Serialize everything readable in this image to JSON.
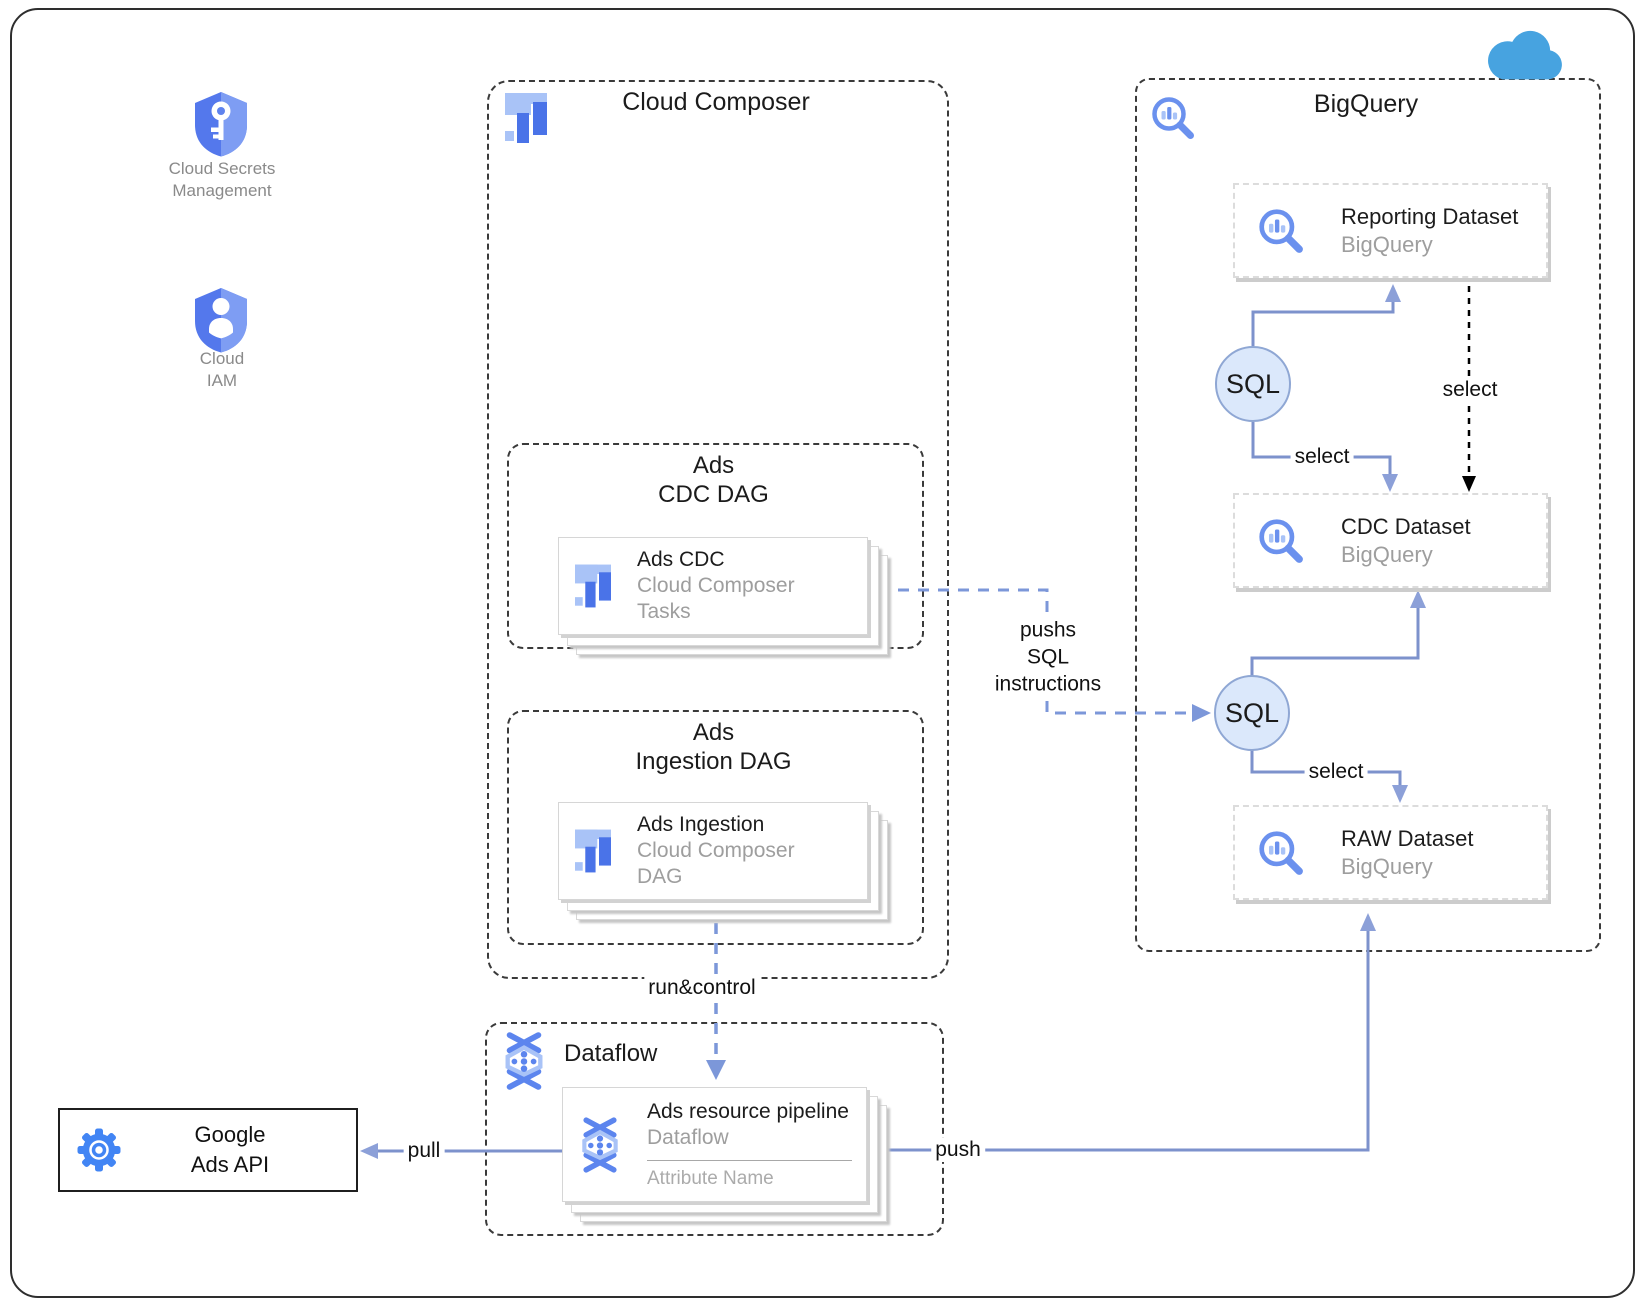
{
  "peripherals": {
    "secrets": {
      "line1": "Cloud Secrets",
      "line2": "Management"
    },
    "iam": {
      "line1": "Cloud",
      "line2": "IAM"
    },
    "google_ads_api": {
      "line1": "Google",
      "line2": "Ads API"
    }
  },
  "composer": {
    "title": "Cloud Composer",
    "cdc_dag": {
      "line1": "Ads",
      "line2": "CDC DAG",
      "card": {
        "title": "Ads CDC",
        "sub1": "Cloud Composer",
        "sub2": "Tasks"
      }
    },
    "ingestion_dag": {
      "line1": "Ads",
      "line2": "Ingestion DAG",
      "card": {
        "title": "Ads Ingestion",
        "sub1": "Cloud Composer",
        "sub2": "DAG"
      }
    }
  },
  "bigquery": {
    "title": "BigQuery",
    "datasets": {
      "reporting": {
        "title": "Reporting Dataset",
        "subtitle": "BigQuery"
      },
      "cdc": {
        "title": "CDC Dataset",
        "subtitle": "BigQuery"
      },
      "raw": {
        "title": "RAW Dataset",
        "subtitle": "BigQuery"
      }
    },
    "sql_top": "SQL",
    "sql_bottom": "SQL"
  },
  "dataflow": {
    "title": "Dataflow",
    "card": {
      "title": "Ads resource pipeline",
      "subtitle": "Dataflow",
      "attribute": "Attribute Name"
    }
  },
  "edge_labels": {
    "select_top": "select",
    "select_dashed": "select",
    "select_bottom": "select",
    "pushs": {
      "line1": "pushs",
      "line2": "SQL",
      "line3": "instructions"
    },
    "run_control": "run&control",
    "pull": "pull",
    "push": "push"
  },
  "icons": {
    "cloud_secrets": "shield-key-icon",
    "cloud_iam": "shield-person-icon",
    "cloud_composer": "composer-blocks-icon",
    "bigquery": "magnifier-chart-icon",
    "dataflow": "dataflow-weave-icon",
    "google_ads_api": "gear-icon",
    "gcp_cloud": "cloud-icon"
  },
  "colors": {
    "icon_blue": "#5478ec",
    "icon_blue_light": "#a9c3f7",
    "composer_dark": "#4a73e8",
    "gear_blue": "#4285f4",
    "cloud_blue": "#47a3e0",
    "connector_solid": "#7d92cc",
    "connector_arrowhead": "#8ca0d8",
    "connector_dashed_blue": "#7c97d9",
    "connector_dashed_black": "#000000",
    "sql_fill": "#dbe8fb",
    "sql_border": "#8fa7d4",
    "card_border": "#d6d6d6",
    "dataset_border": "#dcdcdc",
    "text_dark": "#1c1c1c",
    "text_gray": "#9e9e9e",
    "label_gray": "#8a8a8a"
  }
}
